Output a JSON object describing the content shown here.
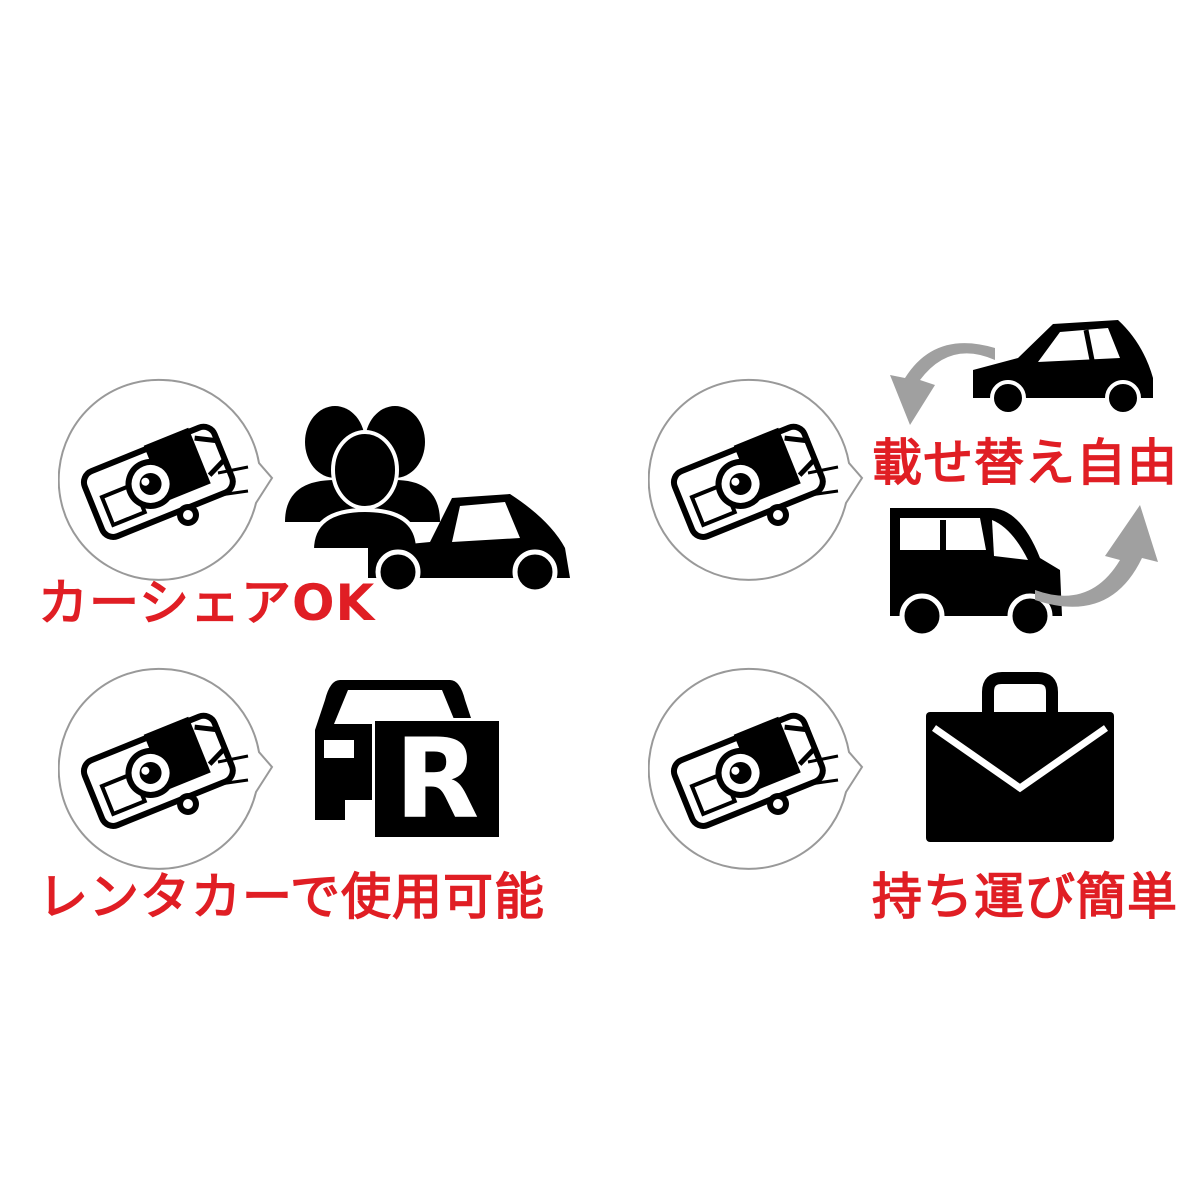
{
  "colors": {
    "label_red": "#e01e24",
    "icon_black": "#000000",
    "arrow_gray": "#a0a0a0"
  },
  "features": {
    "car_share": {
      "label": "カーシェアOK",
      "icons": [
        "dashcam-bubble-icon",
        "people-icon",
        "car-icon"
      ]
    },
    "rental": {
      "label": "レンタカーで使用可能",
      "icons": [
        "dashcam-bubble-icon",
        "car-front-icon",
        "rental-r-icon"
      ],
      "badge_letter": "R"
    },
    "swap": {
      "label": "載せ替え自由",
      "icons": [
        "dashcam-bubble-icon",
        "car-icon",
        "van-icon",
        "cycle-arrows-icon"
      ]
    },
    "portable": {
      "label": "持ち運び簡単",
      "icons": [
        "dashcam-bubble-icon",
        "briefcase-icon"
      ]
    }
  }
}
